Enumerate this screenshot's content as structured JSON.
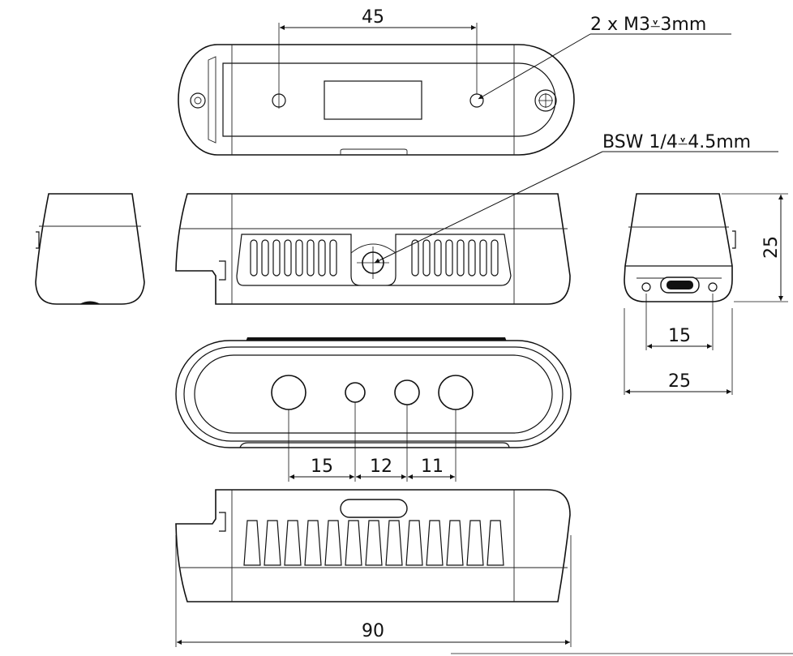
{
  "drawing": {
    "dimensions": {
      "top_hole_spacing": "45",
      "total_length": "90",
      "height": "25",
      "side_width": "25",
      "side_hole_spacing": "15",
      "bottom_spacing_a": "15",
      "bottom_spacing_b": "12",
      "bottom_spacing_c": "11"
    },
    "notes": {
      "mounting_holes": "2 x M3⩡3mm",
      "tripod_thread": "BSW 1/4⩡4.5mm"
    }
  }
}
